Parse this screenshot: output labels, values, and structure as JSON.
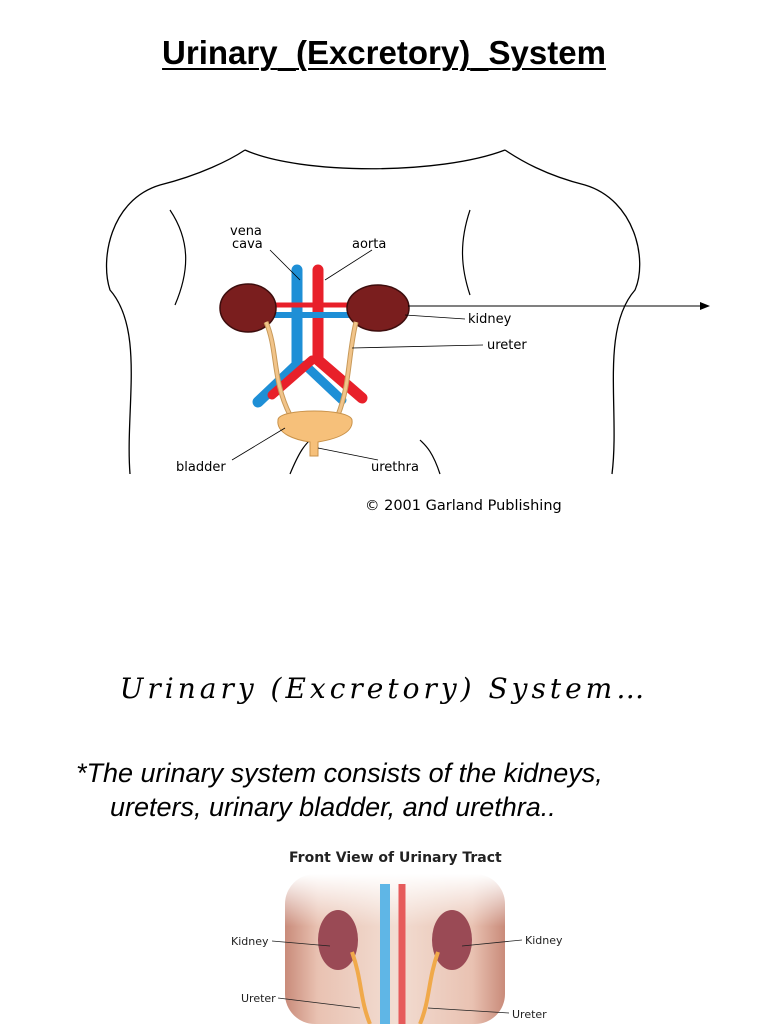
{
  "title": {
    "word1": "Urinary",
    "word2": "(Excretory)",
    "word3": "System"
  },
  "diagram1": {
    "labels": {
      "vena_cava_1": "vena",
      "vena_cava_2": "cava",
      "aorta": "aorta",
      "kidney": "kidney",
      "ureter": "ureter",
      "bladder": "bladder",
      "urethra": "urethra"
    },
    "copyright": "© 2001 Garland Publishing",
    "colors": {
      "vein": "#1e8fd6",
      "artery": "#e8202a",
      "kidney": "#7a1e1e",
      "ureter": "#f1c48a",
      "bladder": "#f6c07a"
    }
  },
  "subtitle": "Urinary (Excretory) System…",
  "description": {
    "line1": "*The urinary system consists of the kidneys,",
    "line2": "ureters, urinary bladder, and urethra.."
  },
  "diagram2": {
    "heading": "Front View of Urinary Tract",
    "labels": {
      "kidney_left": "Kidney",
      "kidney_right": "Kidney",
      "ureter_left": "Ureter",
      "ureter_right": "Ureter"
    }
  }
}
